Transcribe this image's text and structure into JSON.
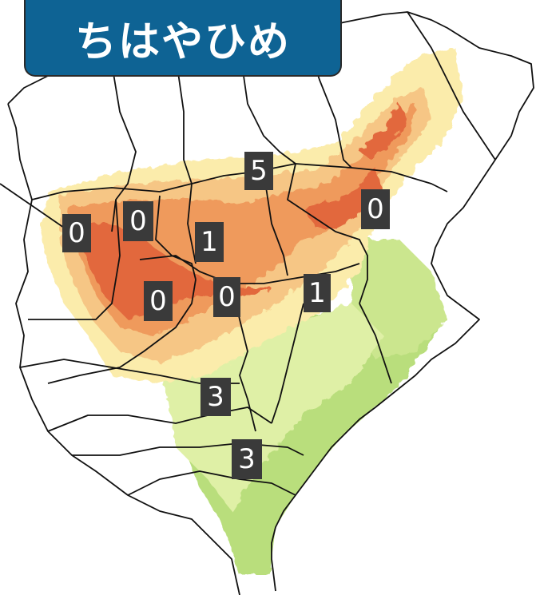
{
  "title": "ちはやひめ",
  "colors": {
    "title_bg": "#0e6394",
    "label_bg": "#3a3a3a",
    "label_text": "#ffffff",
    "high": "#e2683c",
    "mid_high": "#ef9a5c",
    "mid": "#f6c685",
    "low": "#fbecab",
    "lower": "#dff0a6",
    "lowest": "#b9de7c"
  },
  "region_labels": [
    {
      "id": "r1",
      "value": "0"
    },
    {
      "id": "r2",
      "value": "0"
    },
    {
      "id": "r3",
      "value": "5"
    },
    {
      "id": "r4",
      "value": "0"
    },
    {
      "id": "r5",
      "value": "1"
    },
    {
      "id": "r6",
      "value": "0"
    },
    {
      "id": "r7",
      "value": "0"
    },
    {
      "id": "r8",
      "value": "1"
    },
    {
      "id": "r9",
      "value": "3"
    },
    {
      "id": "r10",
      "value": "3"
    }
  ]
}
